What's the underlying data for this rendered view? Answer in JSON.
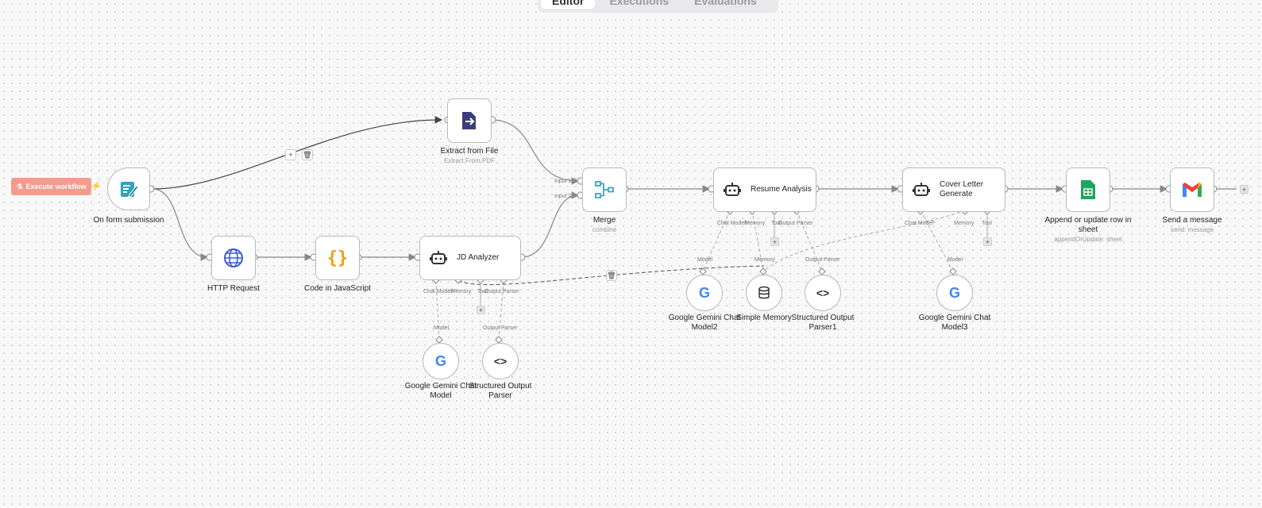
{
  "header": {
    "tabs": [
      {
        "label": "Editor",
        "active": true
      },
      {
        "label": "Executions",
        "active": false
      },
      {
        "label": "Evaluations",
        "active": false
      }
    ]
  },
  "toolbar": {
    "execute_label": "Execute workflow"
  },
  "nodes": {
    "form": {
      "title": "On form submission",
      "icon": "form-icon"
    },
    "extract": {
      "title": "Extract from File",
      "subtitle": "Extract From PDF",
      "icon": "file-export-icon"
    },
    "http": {
      "title": "HTTP Request",
      "icon": "globe-icon"
    },
    "code": {
      "title": "Code in JavaScript",
      "icon": "braces-icon"
    },
    "jd": {
      "title": "JD Analyzer",
      "icon": "robot-icon"
    },
    "merge": {
      "title": "Merge",
      "subtitle": "combine",
      "icon": "merge-icon",
      "input1": "Input 1",
      "input2": "Input 2"
    },
    "resume": {
      "title": "Resume Analysis",
      "icon": "robot-icon"
    },
    "cover": {
      "title_line1": "Cover Letter",
      "title_line2": "Generate",
      "icon": "robot-icon"
    },
    "sheets": {
      "title_line1": "Append or update row in",
      "title_line2": "sheet",
      "subtitle": "appendOrUpdate: sheet",
      "icon": "google-sheets-icon"
    },
    "gmail": {
      "title": "Send a message",
      "subtitle": "send: message",
      "icon": "gmail-icon"
    }
  },
  "ports": {
    "jd": {
      "chat": "Chat Model*",
      "memory": "Memory",
      "tool": "Tool",
      "parser": "Output Parser"
    },
    "resume": {
      "chat": "Chat Model*",
      "memory": "Memory",
      "tool": "Tool",
      "parser": "Output Parser"
    },
    "cover": {
      "chat": "Chat Model*",
      "memory": "Memory",
      "tool": "Tool"
    }
  },
  "subnodes": {
    "gemini1": {
      "port": "Model",
      "line1": "Google Gemini Chat",
      "line2": "Model",
      "icon": "google-icon"
    },
    "parser1": {
      "port": "Output Parser",
      "line1": "Structured Output",
      "line2": "Parser",
      "icon": "code-brackets-icon"
    },
    "gemini2": {
      "port": "Model",
      "line1": "Google Gemini Chat",
      "line2": "Model2",
      "icon": "google-icon"
    },
    "memory": {
      "port": "Memory",
      "line1": "Simple Memory",
      "icon": "database-icon"
    },
    "parser2": {
      "port": "Output Parser",
      "line1": "Structured Output",
      "line2": "Parser1",
      "icon": "code-brackets-icon"
    },
    "gemini3": {
      "port": "Model",
      "line1": "Google Gemini Chat",
      "line2": "Model3",
      "icon": "google-icon"
    }
  },
  "colors": {
    "execute_bg": "#f59b8e",
    "edge": "#888888",
    "sheets_green": "#1fa463",
    "code_orange": "#f39c12",
    "http_blue": "#3b5bdb",
    "merge_teal": "#35a7c2"
  }
}
